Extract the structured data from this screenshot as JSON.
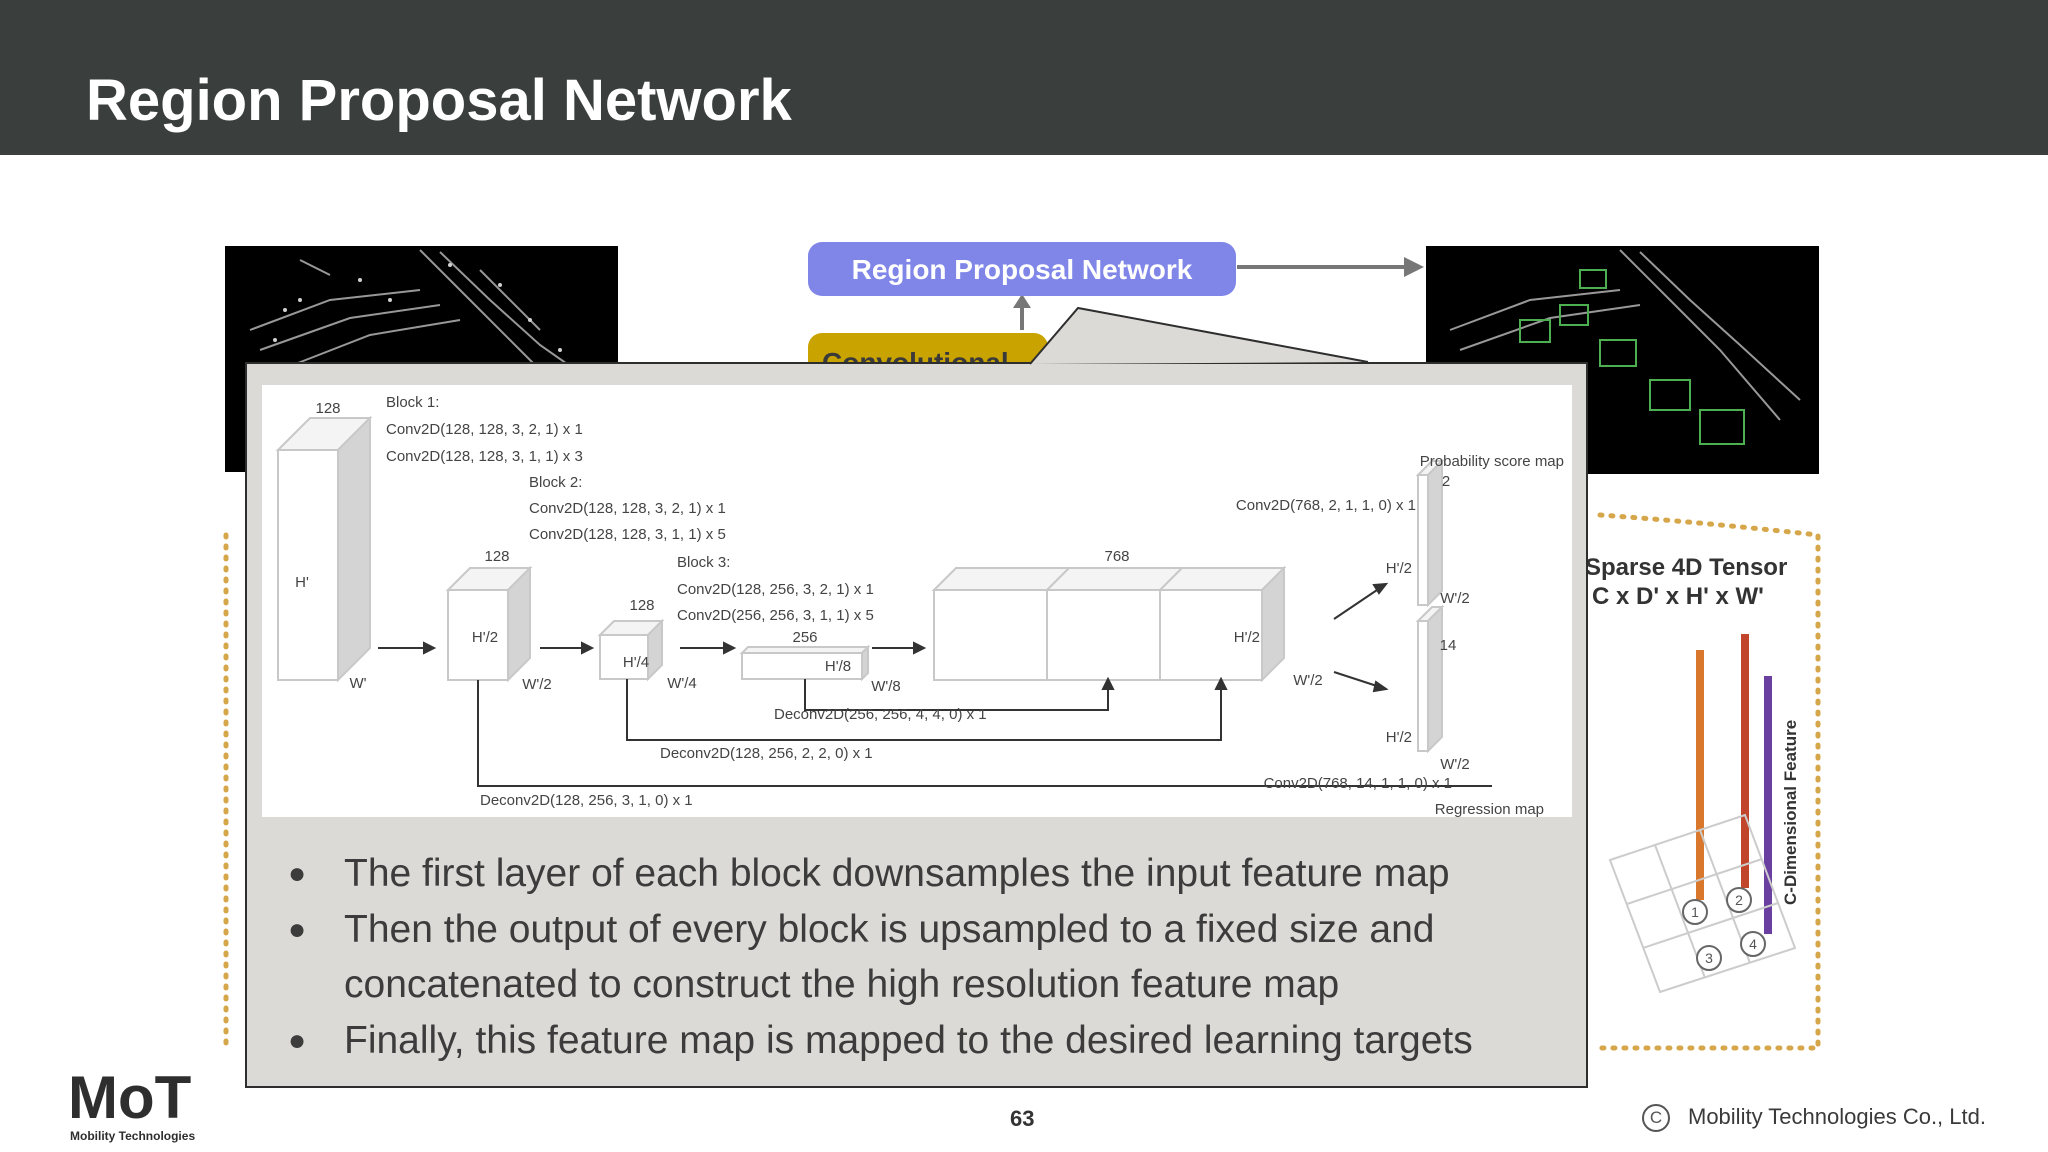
{
  "slide": {
    "title": "Region Proposal Network",
    "page_number": "63",
    "copyright": "Mobility Technologies Co., Ltd.",
    "copyright_symbol": "C",
    "logo_text": "MoT",
    "logo_subtext": "Mobility Technologies"
  },
  "background_figure": {
    "rpn_label": "Region Proposal Network",
    "conv_label": "Convolutional",
    "tensor_title": "Sparse 4D Tensor",
    "tensor_dims": "C x D' x H' x W'",
    "feature_axis_label": "C-Dimensional Feature",
    "grid_markers": [
      "1",
      "2",
      "3",
      "4"
    ]
  },
  "diagram": {
    "block1": {
      "title": "Block 1:",
      "ops": [
        "Conv2D(128, 128, 3, 2, 1) x 1",
        "Conv2D(128, 128, 3, 1, 1) x 3"
      ]
    },
    "block2": {
      "title": "Block 2:",
      "ops": [
        "Conv2D(128, 128, 3, 2, 1) x 1",
        "Conv2D(128, 128, 3, 1, 1) x 5"
      ]
    },
    "block3": {
      "title": "Block 3:",
      "ops": [
        "Conv2D(128, 256, 3, 2, 1) x 1",
        "Conv2D(256, 256, 3, 1, 1) x 5"
      ]
    },
    "input_volume": {
      "channels": "128",
      "height": "H'",
      "width": "W'"
    },
    "vol1": {
      "channels": "128",
      "height": "H'/2",
      "width": "W'/2"
    },
    "vol2": {
      "channels": "128",
      "height": "H'/4",
      "width": "W'/4"
    },
    "vol3": {
      "channels": "256",
      "height": "H'/8",
      "width": "W'/8"
    },
    "concat": {
      "channels": "768",
      "height": "H'/2",
      "width": "W'/2"
    },
    "deconvs": [
      "Deconv2D(256, 256, 4, 4, 0) x 1",
      "Deconv2D(128, 256, 2, 2, 0) x 1",
      "Deconv2D(128, 256, 3, 1, 0) x 1"
    ],
    "prob_head": {
      "title": "Probability score map",
      "conv": "Conv2D(768, 2, 1, 1, 0) x 1",
      "channels": "2",
      "height": "H'/2",
      "width": "W'/2"
    },
    "reg_head": {
      "title": "Regression map",
      "conv": "Conv2D(768, 14, 1, 1, 0) x 1",
      "channels": "14",
      "height": "H'/2",
      "width": "W'/2"
    }
  },
  "bullets": [
    [
      "The first layer of each block downsamples the input feature map"
    ],
    [
      "Then the output of every block is upsampled to a fixed size and",
      "concatenated to construct the high resolution feature map"
    ],
    [
      "Finally, this feature map is mapped to the desired learning targets"
    ]
  ],
  "bullet_symbol": "●",
  "colors": {
    "header": "#3a3f3e",
    "rpn_box": "#7f86e8",
    "conv_box": "#c9a400",
    "dotted_border": "#d6a64a",
    "popup_bg": "#dcdad6"
  }
}
